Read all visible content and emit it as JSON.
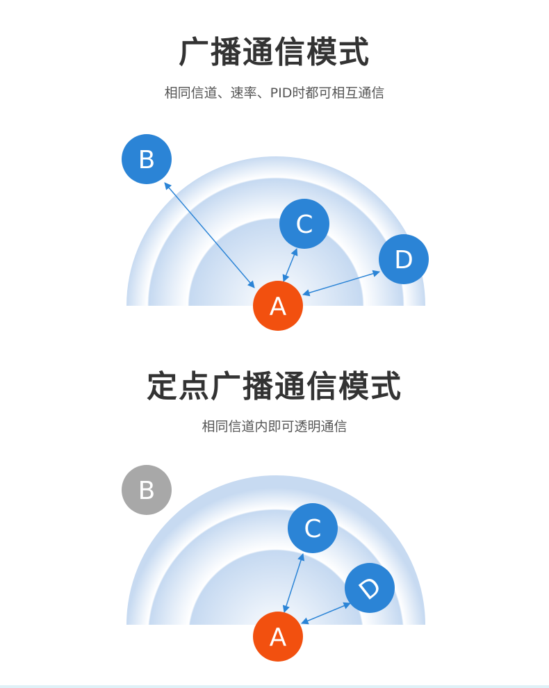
{
  "sections": [
    {
      "title": "广播通信模式",
      "subtitle": "相同信道、速率、PID时都可相互通信",
      "nodes": {
        "a": "A",
        "b": "B",
        "c": "C",
        "d": "D"
      }
    },
    {
      "title": "定点广播通信模式",
      "subtitle": "相同信道内即可透明通信",
      "nodes": {
        "a": "A",
        "b": "B",
        "c": "C",
        "d": "D"
      }
    }
  ],
  "colors": {
    "node_blue": "#2b84d6",
    "node_orange": "#f2500f",
    "node_gray": "#a8a8a8",
    "arrow": "#2b84d6",
    "ring_edge": "#c5d9f1",
    "ring_center": "#ffffff"
  }
}
